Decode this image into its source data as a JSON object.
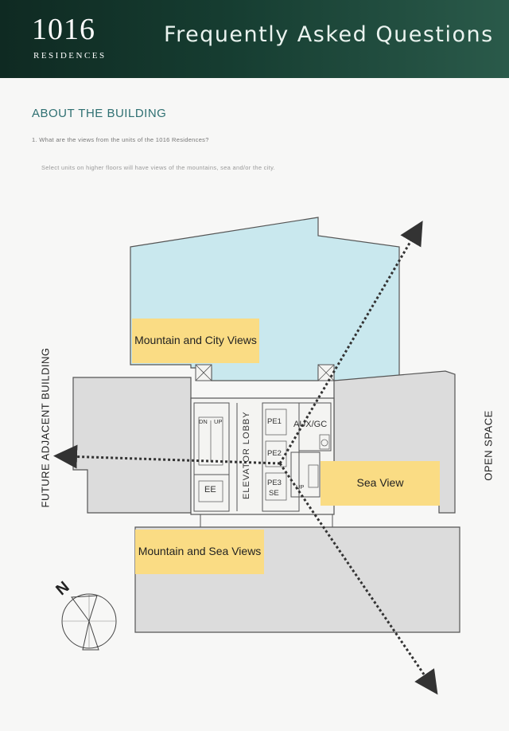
{
  "header": {
    "logo_number": "1016",
    "logo_subtitle": "RESIDENCES",
    "title": "Frequently Asked Questions"
  },
  "section": {
    "title": "ABOUT THE BUILDING",
    "question": "1.  What are the views from the units of the 1016 Residences?",
    "answer": "Select units on higher floors will have views of the mountains, sea and/or the city."
  },
  "plan": {
    "labels": {
      "mountain_city": "Mountain and City Views",
      "sea_view": "Sea View",
      "mountain_sea": "Mountain and Sea Views",
      "future_building": "FUTURE ADJACENT BUILDING",
      "open_space": "OPEN SPACE",
      "elevator_lobby": "ELEVATOR LOBBY",
      "north": "N"
    },
    "rooms": {
      "dn": "DN",
      "up": "UP",
      "pe1": "PE1",
      "pe2": "PE2",
      "pe3": "PE3",
      "se": "SE",
      "aux": "AUX/GC",
      "ee": "EE",
      "up2": "UP"
    },
    "colors": {
      "tower": "#c9e8ee",
      "wings": "#dcdcdc",
      "label_box": "#fadc84",
      "arrows": "#333333"
    }
  }
}
